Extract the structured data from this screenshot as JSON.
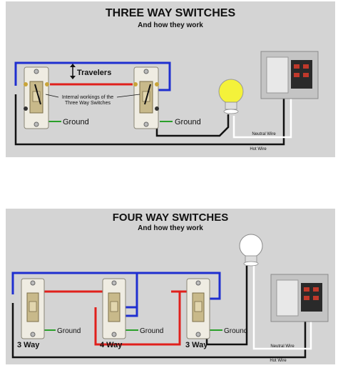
{
  "top": {
    "title": "THREE WAY SWITCHES",
    "subtitle": "And how they work",
    "travelers_label": "Travelers",
    "internal_label_line1": "Internal workings of the",
    "internal_label_line2": "Three Way Switches",
    "ground_left": "Ground",
    "ground_right": "Ground",
    "neutral_label": "Neutral Wire",
    "hot_label": "Hot Wire"
  },
  "bottom": {
    "title": "FOUR WAY SWITCHES",
    "subtitle": "And how they work",
    "ground_1": "Ground",
    "ground_2": "Ground",
    "ground_3": "Ground",
    "label_1": "3 Way",
    "label_2": "4 Way",
    "label_3": "3 Way",
    "neutral_label": "Neutral Wire",
    "hot_label": "Hot Wire"
  },
  "colors": {
    "panel_bg": "#d4d4d4",
    "traveler_blue": "#1f2fd0",
    "traveler_red": "#e0201c",
    "hot_wire": "#111111",
    "neutral_wire": "#ffffff",
    "ground_wire": "#2aa02a",
    "bulb_top": "#f4f23a",
    "bulb_bottom": "#ffffff"
  }
}
